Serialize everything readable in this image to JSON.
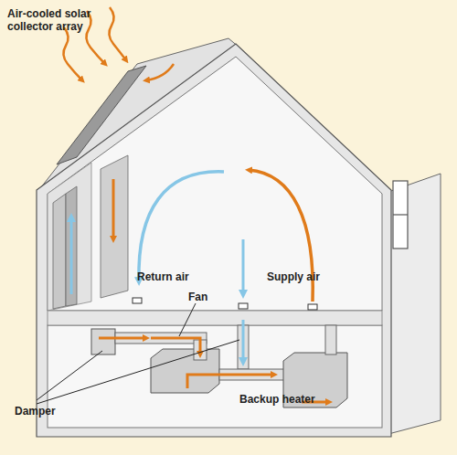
{
  "diagram": {
    "labels": [
      "Air-cooled solar collector array",
      "Return air",
      "Supply air",
      "Fan",
      "Damper",
      "Backup heater"
    ]
  }
}
